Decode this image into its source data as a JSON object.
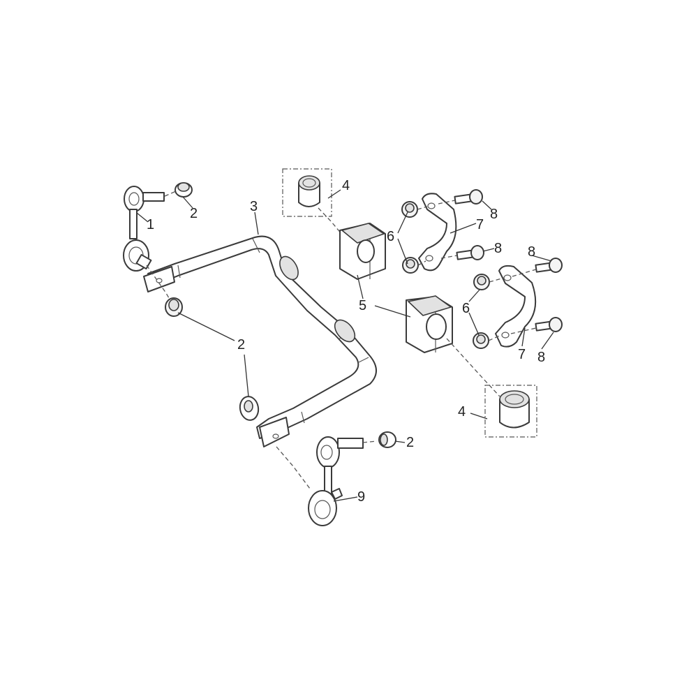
{
  "diagram": {
    "background": "#ffffff",
    "line_color": "#3a3a3a",
    "callouts": {
      "link_left": "1",
      "nut_link_top": "2",
      "nut_center": "2",
      "nut_link_bottom": "2",
      "stabilizer_bar": "3",
      "bushing_insert_top": "4",
      "bushing_insert_bottom": "4",
      "bushing": "5",
      "nut_bracket_upper": "6",
      "nut_bracket_lower": "6",
      "bracket_upper": "7",
      "bracket_lower": "7",
      "bolt_upper_a": "8",
      "bolt_upper_b": "8",
      "bolt_lower_a": "8",
      "bolt_lower_b": "8",
      "link_right": "9"
    }
  }
}
